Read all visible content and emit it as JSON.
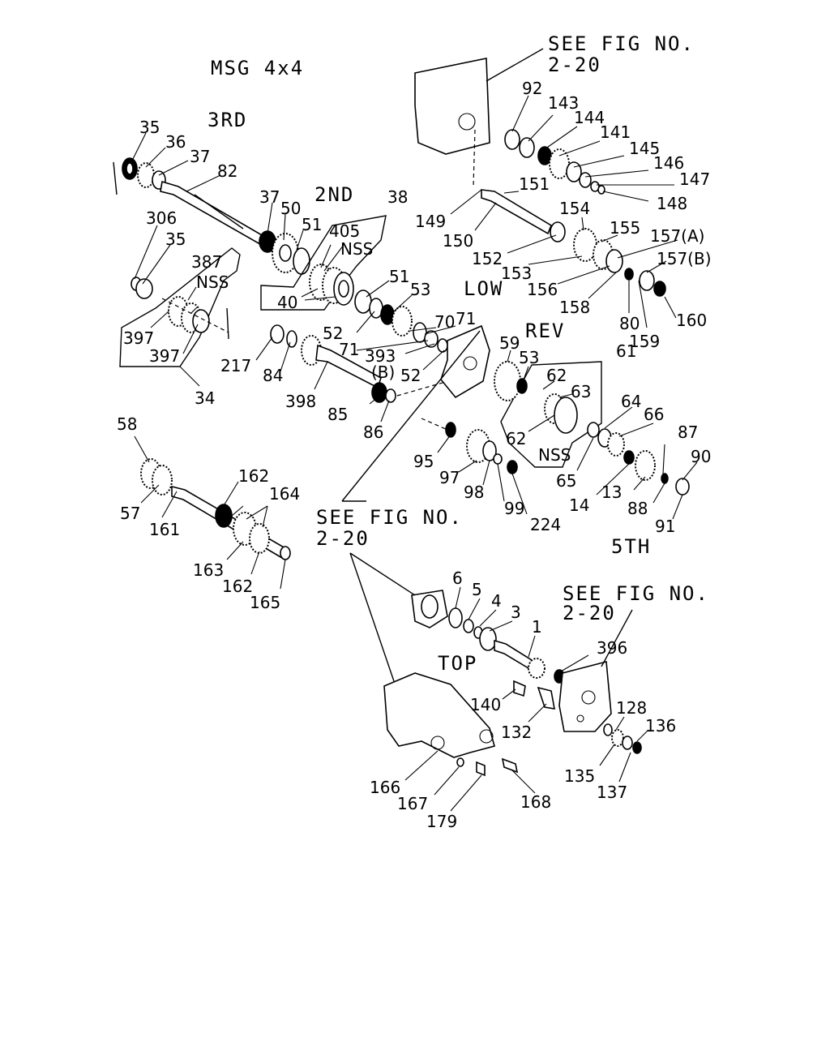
{
  "title": "MSG 4x4",
  "section_labels": {
    "third": "3RD",
    "second": "2ND",
    "low": "LOW",
    "rev": "REV",
    "fifth": "5TH",
    "top": "TOP"
  },
  "references": {
    "ref1": {
      "line1": "SEE FIG NO.",
      "line2": "2-20"
    },
    "ref2": {
      "line1": "SEE FIG NO.",
      "line2": "2-20"
    },
    "ref3": {
      "line1": "SEE FIG NO.",
      "line2": "2-20"
    }
  },
  "nss": [
    "NSS",
    "NSS",
    "NSS"
  ],
  "parts": [
    "35",
    "36",
    "37",
    "82",
    "37",
    "50",
    "51",
    "306",
    "35",
    "387",
    "397",
    "397",
    "34",
    "38",
    "405",
    "40",
    "51",
    "53",
    "70",
    "71",
    "52",
    "393",
    "71",
    "52",
    "217",
    "84",
    "398",
    "(B)",
    "85",
    "86",
    "92",
    "143",
    "144",
    "141",
    "145",
    "146",
    "147",
    "148",
    "151",
    "149",
    "150",
    "154",
    "155",
    "157(A)",
    "157(B)",
    "152",
    "153",
    "156",
    "158",
    "80",
    "159",
    "160",
    "59",
    "53",
    "61",
    "62",
    "63",
    "62",
    "64",
    "66",
    "65",
    "87",
    "90",
    "14",
    "13",
    "88",
    "91",
    "95",
    "97",
    "98",
    "99",
    "224",
    "58",
    "57",
    "161",
    "162",
    "164",
    "163",
    "162",
    "165",
    "6",
    "5",
    "4",
    "3",
    "1",
    "396",
    "140",
    "132",
    "128",
    "136",
    "135",
    "137",
    "166",
    "167",
    "179",
    "168"
  ]
}
